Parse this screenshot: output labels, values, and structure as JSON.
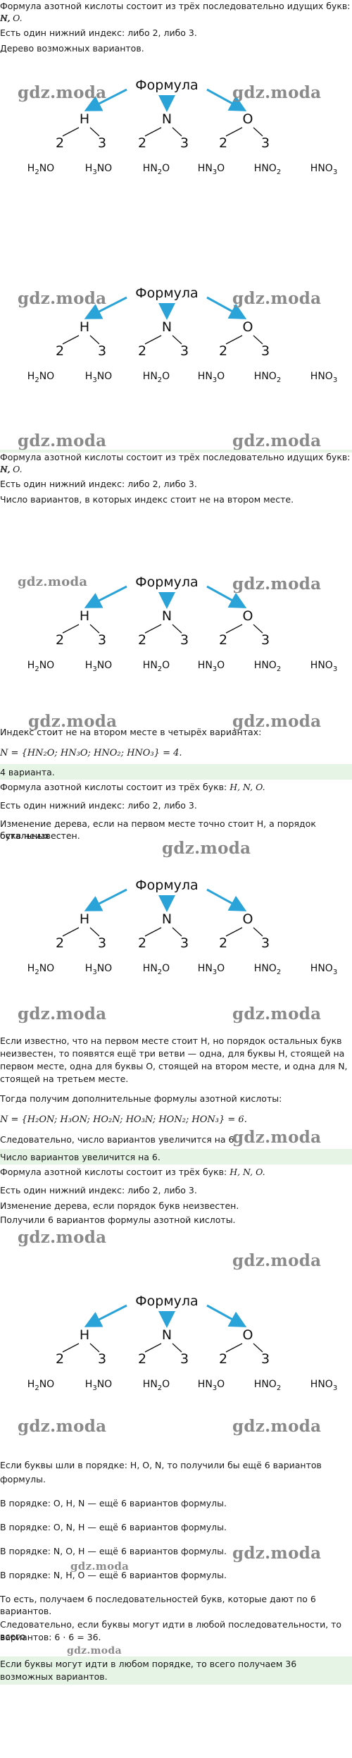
{
  "watermark": "gdz.moda",
  "tree": {
    "root": "Формула",
    "letters": [
      "H",
      "N",
      "O"
    ],
    "indices": [
      "2",
      "3"
    ],
    "formulas": [
      {
        "pre": "H",
        "s1": "2",
        "mid": "NO",
        "s2": ""
      },
      {
        "pre": "H",
        "s1": "3",
        "mid": "NO",
        "s2": ""
      },
      {
        "pre": "HN",
        "s1": "2",
        "mid": "O",
        "s2": ""
      },
      {
        "pre": "HN",
        "s1": "3",
        "mid": "O",
        "s2": ""
      },
      {
        "pre": "HNO",
        "s1": "",
        "mid": "",
        "s2": "2"
      },
      {
        "pre": "HNO",
        "s1": "",
        "mid": "",
        "s2": "3"
      }
    ]
  },
  "s1": {
    "line1": "Формула азотной кислоты состоит из трёх последовательно идущих букв: ",
    "line1_math": "H,",
    "line2_math": "N, O.",
    "line3": "Есть один нижний индекс: либо 2, либо 3.",
    "line4": "Дерево возможных вариантов."
  },
  "s2": {
    "line1": "Формула азотной кислоты состоит из трёх последовательно идущих букв: ",
    "line1_math": "H,",
    "line2_math": "N, O.",
    "line3": "Есть один нижний индекс: либо 2, либо 3.",
    "line4": "Число вариантов, в которых индекс стоит не на втором месте.",
    "line5": "Индекс стоит не на втором месте в четырёх вариантах:",
    "eq": "N = {HN₂O; HN₃O; HNO₂; HNO₃} = 4.",
    "answer": "4 варианта."
  },
  "s3": {
    "line1": "Формула азотной кислоты состоит из трёх букв: ",
    "line1_math": "H, N, O.",
    "line2": "Есть один нижний индекс: либо 2, либо 3.",
    "line3": "Изменение дерева, если на первом месте точно стоит H, а порядок остальных",
    "line4": "букв неизвестен.",
    "p1": "Если известно, что на первом месте стоит H, но порядок остальных букв",
    "p2": "неизвестен, то появятся ещё три ветви — одна, для буквы H, стоящей на",
    "p3": "первом месте, одна для буквы O, стоящей на втором месте, и одна для N,",
    "p4": "стоящей на третьем месте.",
    "p5": "Тогда получим дополнительные формулы азотной кислоты:",
    "eq": "N = {H₂ON; H₃ON; HO₂N; HO₃N; HON₂; HON₃} = 6.",
    "p6": "Следовательно, число вариантов увеличится на 6.",
    "answer": "Число вариантов увеличится на 6."
  },
  "s4": {
    "line1": "Формула азотной кислоты состоит из трёх букв: ",
    "line1_math": "H, N, O.",
    "line2": "Есть один нижний индекс: либо 2, либо 3.",
    "line3": "Изменение дерева, если порядок букв неизвестен.",
    "line4": "Получили 6 вариантов формулы азотной кислоты.",
    "p1": "Если буквы шли в порядке: H, O, N, то получили бы ещё 6 вариантов",
    "p2": "формулы.",
    "p3": "В порядке: O, H, N — ещё 6 вариантов формулы.",
    "p4": "В порядке: O, N, H — ещё 6 вариантов формулы.",
    "p5": "В порядке: N, O, H — ещё 6 вариантов формулы.",
    "p6": "В порядке: N, H, O — ещё 6 вариантов формулы.",
    "p7": "То есть, получаем 6 последовательностей букв, которые дают по 6 вариантов.",
    "p8": "Следовательно, если буквы могут идти в любой последовательности, то всего",
    "p9": "вариантов: 6 · 6 = 36.",
    "answer1": "Если буквы могут идти в любом порядке, то всего получаем 36",
    "answer2": "возможных вариантов."
  }
}
